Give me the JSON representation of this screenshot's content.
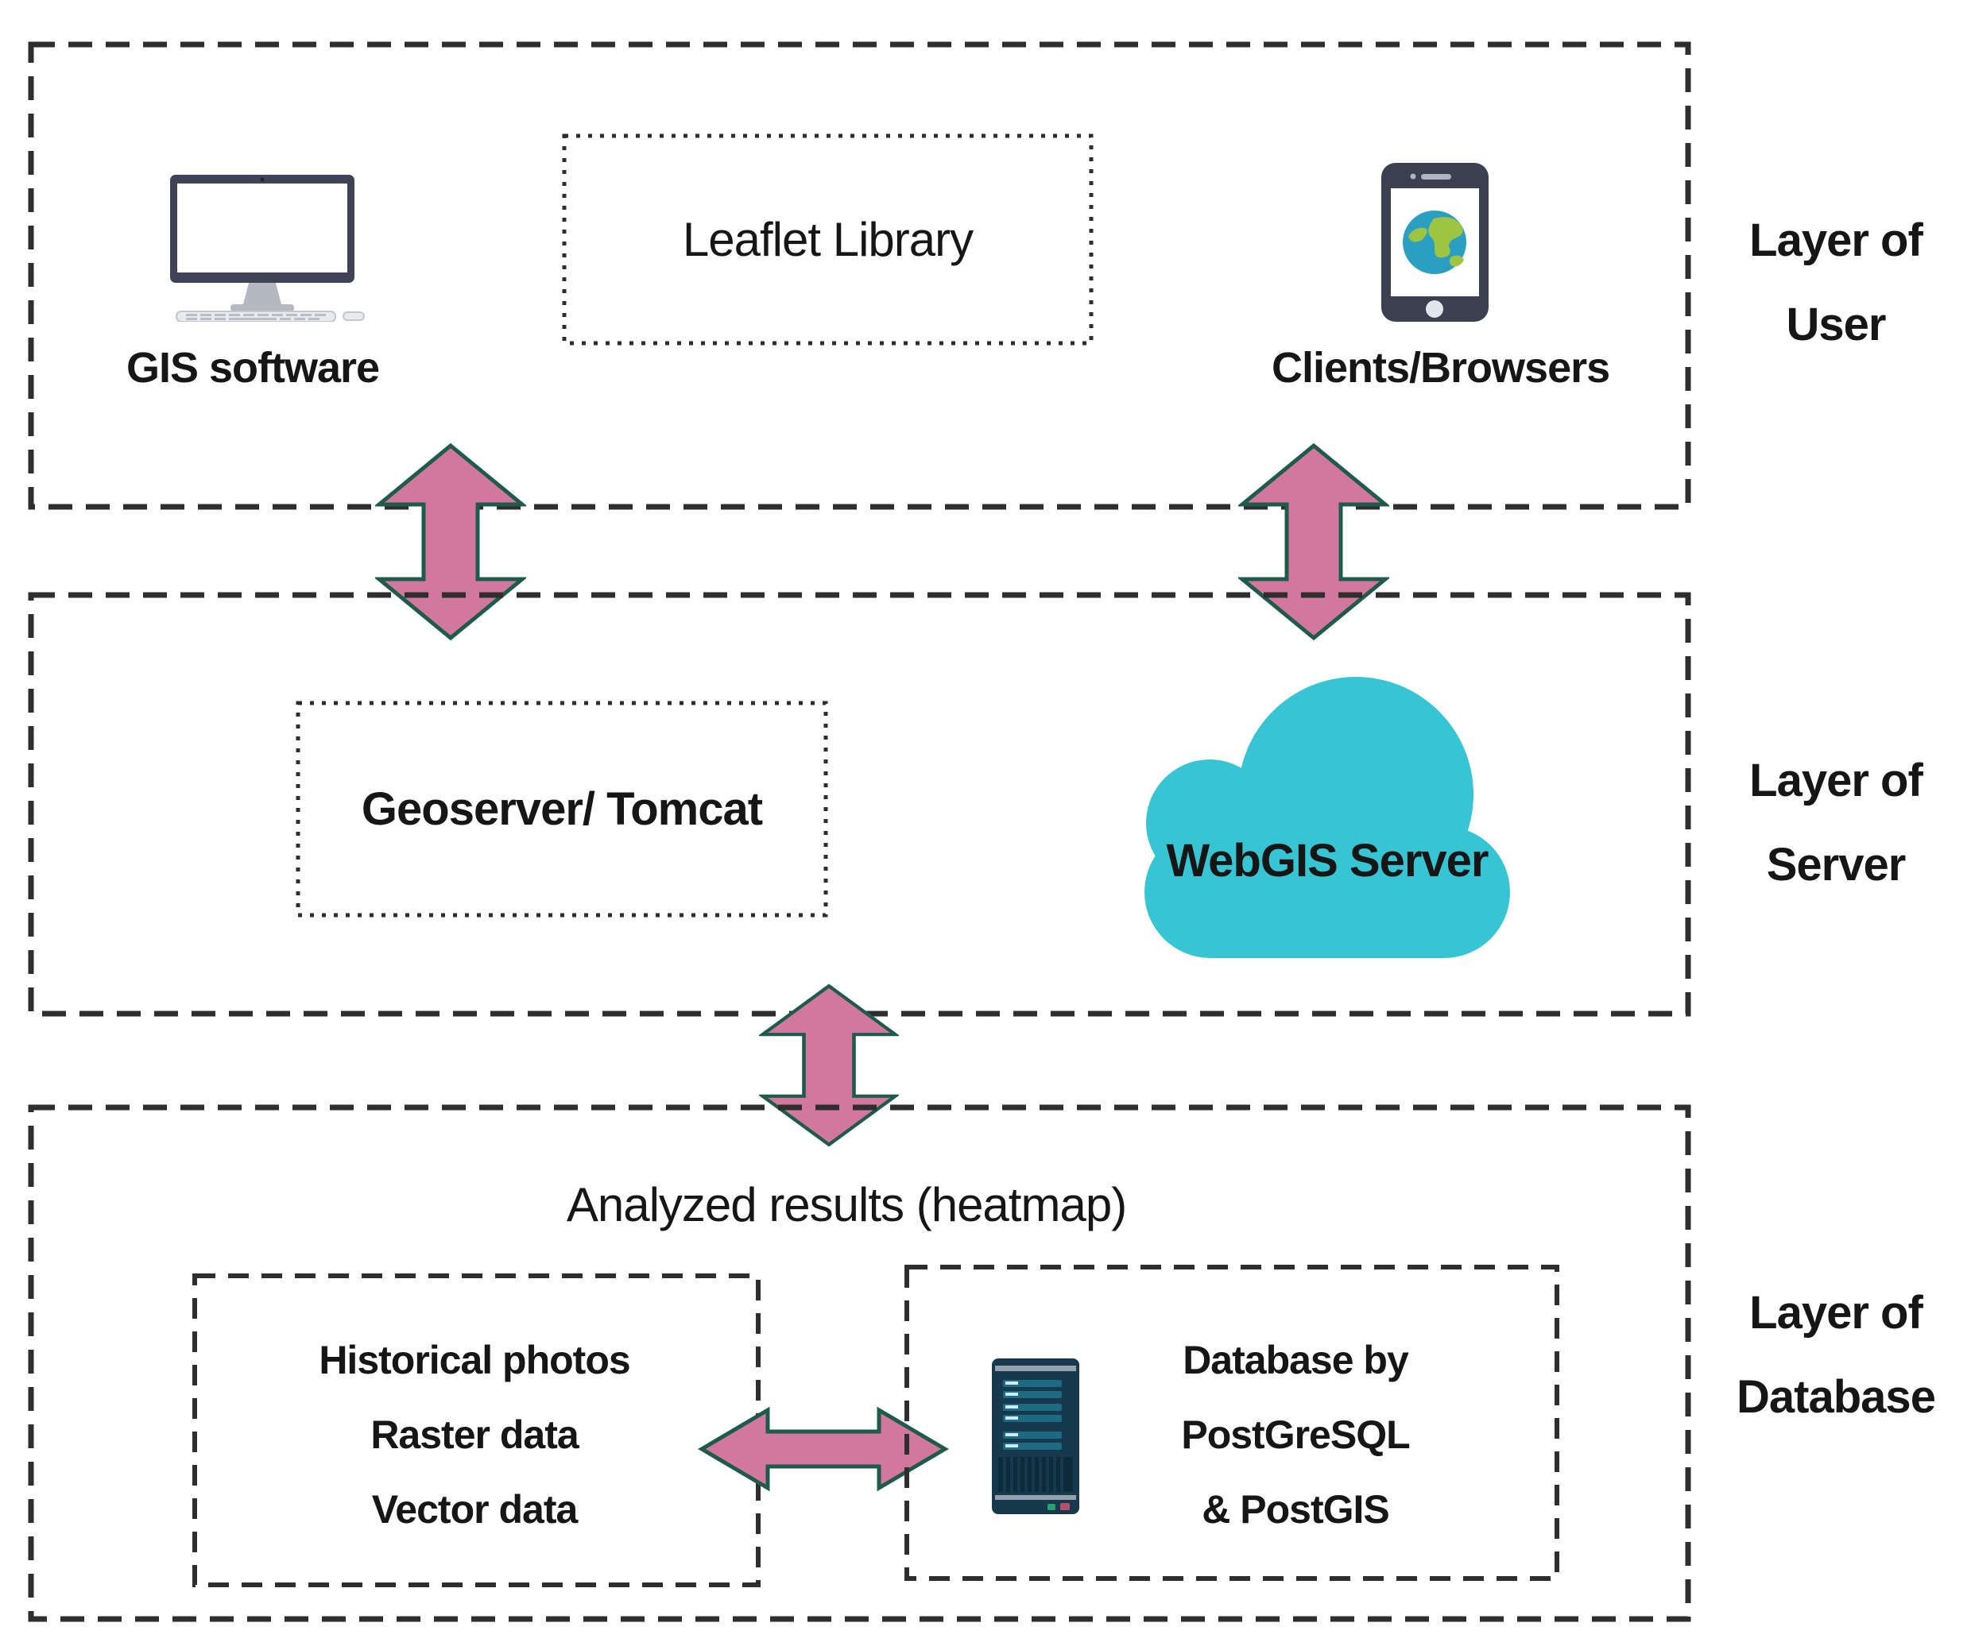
{
  "layer_labels": {
    "user": [
      "Layer of",
      "User"
    ],
    "server": [
      "Layer of",
      "Server"
    ],
    "database": [
      "Layer of",
      "Database"
    ]
  },
  "user_layer": {
    "gis_software_label": "GIS software",
    "leaflet_box_label": "Leaflet Library",
    "clients_label": "Clients/Browsers"
  },
  "server_layer": {
    "geoserver_box_label": "Geoserver/ Tomcat",
    "webgis_cloud_label": "WebGIS Server"
  },
  "database_layer": {
    "analyzed_results_label": "Analyzed results (heatmap)",
    "data_sources_box_lines": [
      "Historical photos",
      "Raster data",
      "Vector data"
    ],
    "database_box_lines": [
      "Database by",
      "PostGreSQL",
      "& PostGIS"
    ]
  },
  "colors": {
    "arrow_fill": "#d2789f",
    "arrow_outline": "#1e5b4a",
    "cloud_fill": "#38c5d3",
    "dash_color": "#2e2e2e",
    "text_color": "#161616"
  }
}
